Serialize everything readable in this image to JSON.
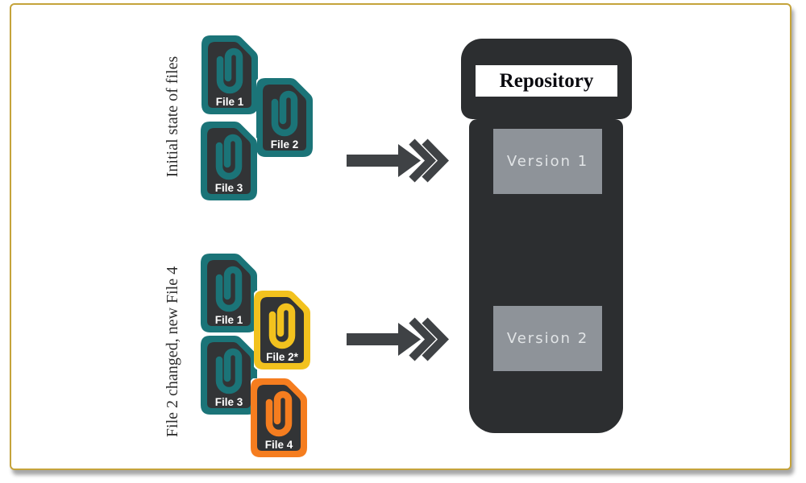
{
  "card": {
    "border_color": "#c5a33b",
    "background": "#ffffff"
  },
  "captions": {
    "top": "Initial state of files",
    "bottom": "File 2 changed, new File 4"
  },
  "colors": {
    "teal": "#1b7478",
    "yellow": "#f2c21e",
    "orange": "#f57d1f",
    "panel_dark": "#323436",
    "arrow": "#3f4245",
    "repo_dark": "#2c2e30",
    "version_box_fill": "#8e9399",
    "version_text": "#e1e4e6"
  },
  "files": {
    "top": [
      {
        "label": "File 1",
        "color": "#1b7478"
      },
      {
        "label": "File 2",
        "color": "#1b7478"
      },
      {
        "label": "File 3",
        "color": "#1b7478"
      }
    ],
    "bottom": [
      {
        "label": "File 1",
        "color": "#1b7478"
      },
      {
        "label": "File 2*",
        "color": "#f2c21e"
      },
      {
        "label": "File 3",
        "color": "#1b7478"
      },
      {
        "label": "File 4",
        "color": "#f57d1f"
      }
    ]
  },
  "repository": {
    "title": "Repository",
    "versions": [
      {
        "label": "Version 1"
      },
      {
        "label": "Version 2"
      }
    ]
  }
}
